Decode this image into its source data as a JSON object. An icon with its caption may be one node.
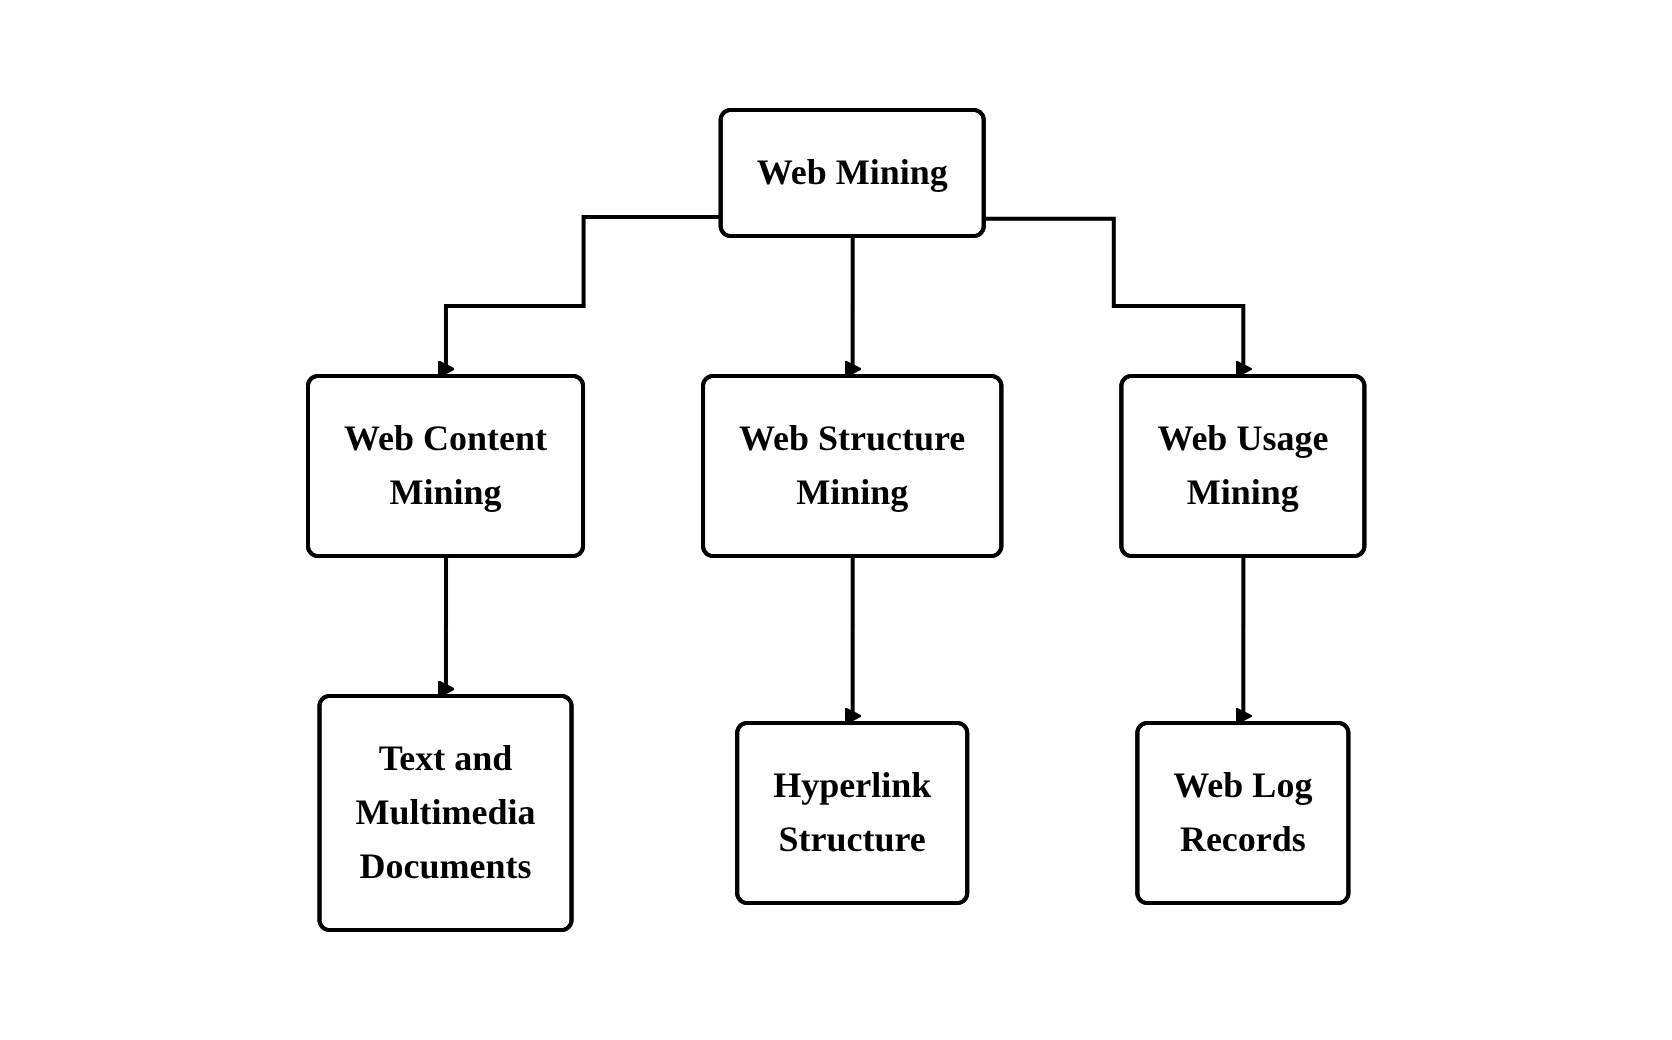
{
  "diagram": {
    "nodes": [
      {
        "text": [
          "Web Mining"
        ]
      },
      {
        "text": [
          "Web Content Mining"
        ]
      },
      {
        "text": [
          "Web Structure Mining"
        ]
      },
      {
        "text": [
          "Web Usage Mining"
        ]
      },
      {
        "text": [
          "Text and Multimedia Documents"
        ]
      },
      {
        "text": [
          "Hyperlink Structure"
        ]
      },
      {
        "text": [
          "Web Log Records"
        ]
      }
    ],
    "edges": [
      {
        "from": 0,
        "to": 1,
        "arrow": "to"
      },
      {
        "from": 0,
        "to": 2,
        "arrow": "to"
      },
      {
        "from": 0,
        "to": 3,
        "arrow": "to"
      },
      {
        "from": 1,
        "to": 4,
        "arrow": "to"
      },
      {
        "from": 2,
        "to": 5,
        "arrow": "to"
      },
      {
        "from": 3,
        "to": 6,
        "arrow": "to"
      }
    ]
  }
}
